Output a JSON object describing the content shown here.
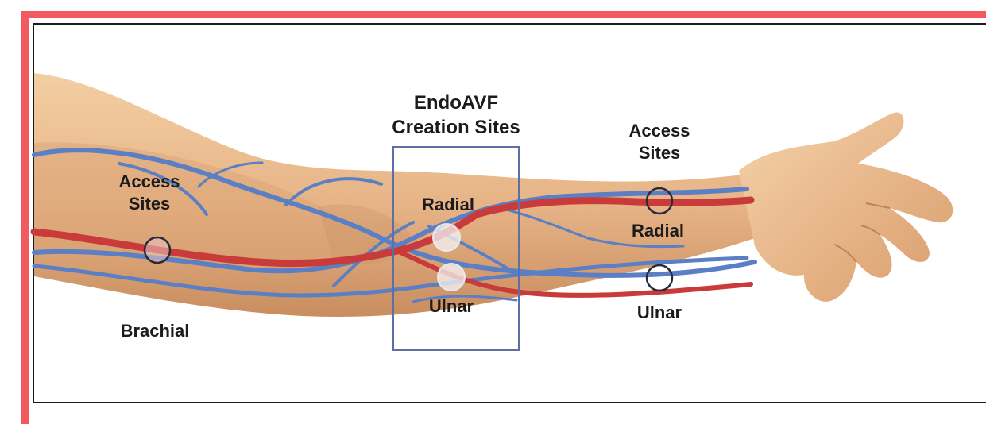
{
  "colors": {
    "frame_accent": "#f25a5f",
    "vein": "#5a7fc4",
    "artery": "#c93b3b",
    "skin": "#e8b98a",
    "site_box": "#5f6ea3"
  },
  "labels": {
    "creation_sites": {
      "line1": "EndoAVF",
      "line2": "Creation Sites"
    },
    "access_left": {
      "line1": "Access",
      "line2": "Sites"
    },
    "access_right": {
      "line1": "Access",
      "line2": "Sites"
    },
    "radial_mid": "Radial",
    "ulnar_mid": "Ulnar",
    "radial_right": "Radial",
    "ulnar_right": "Ulnar",
    "brachial": "Brachial"
  }
}
